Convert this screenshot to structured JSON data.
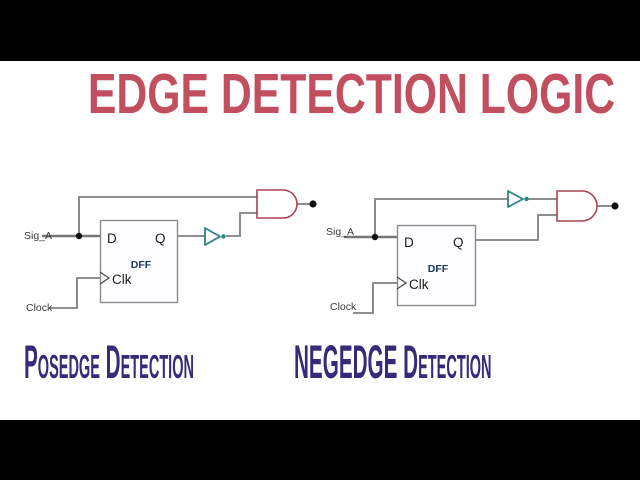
{
  "title": "EDGE DETECTION LOGIC",
  "colors": {
    "letterbox": "#000000",
    "title": "#c24f60",
    "caption": "#372a78",
    "and_gate": "#a84552",
    "inverter": "#2b8383",
    "dff_label": "#1f3864",
    "wire": "#808080"
  },
  "circuits": [
    {
      "id": "posedge",
      "caption": "Posedge Detection",
      "labels": {
        "signal": "Sig_A",
        "clock": "Clock",
        "d": "D",
        "q": "Q",
        "dff": "DFF",
        "clk": "Clk"
      }
    },
    {
      "id": "negedge",
      "caption": "NEGEDGE Detection",
      "labels": {
        "signal": "Sig_A",
        "clock": "Clock",
        "d": "D",
        "q": "Q",
        "dff": "DFF",
        "clk": "Clk"
      }
    }
  ]
}
